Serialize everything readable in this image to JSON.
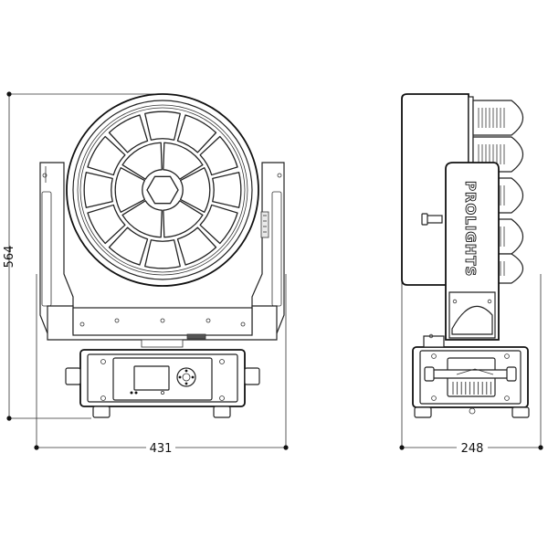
{
  "dimensions": {
    "height_label": "564",
    "front_width_label": "431",
    "side_width_label": "248"
  },
  "brand": {
    "logo_text": "PROLIGHTS"
  }
}
